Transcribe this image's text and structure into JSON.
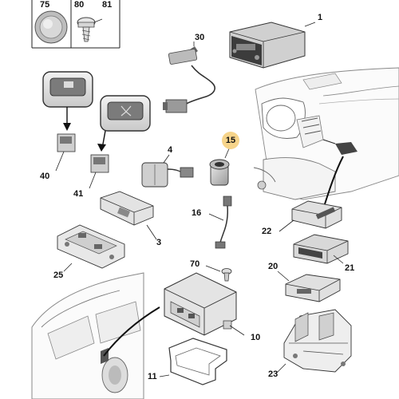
{
  "part_numbers": {
    "p75": "75",
    "p80": "80",
    "p81": "81",
    "p1": "1",
    "p30": "30",
    "p40": "40",
    "p41": "41",
    "p4": "4",
    "p15": "15",
    "p16": "16",
    "p3": "3",
    "p22": "22",
    "p25": "25",
    "p21": "21",
    "p70": "70",
    "p20": "20",
    "p10": "10",
    "p11": "11",
    "p23": "23"
  },
  "highlight_color": "#f6d48a"
}
